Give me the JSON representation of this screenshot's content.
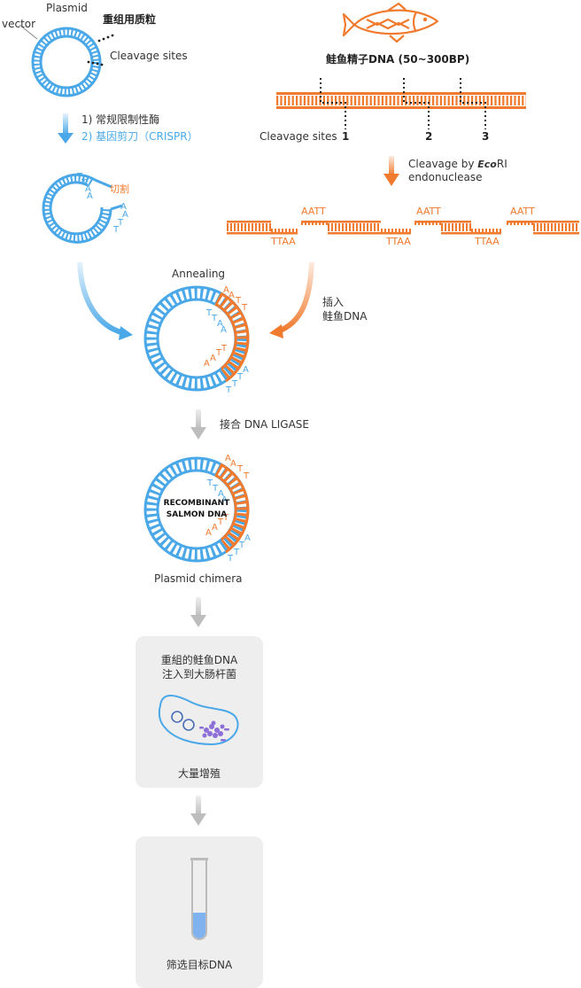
{
  "colors": {
    "blue": "#4aa8e8",
    "orange": "#f07a2e",
    "gray": "#bdbdbd",
    "box": "#eeeeee"
  },
  "plasmid": {
    "title": "Plasmid",
    "vector_label": "vector",
    "recombinant_label": "重组用质粒",
    "cleavage_label": "Cleavage sites"
  },
  "salmon": {
    "title": "鲑鱼精子DNA (50~300BP)",
    "cleavage_label": "Cleavage sites",
    "site_numbers": [
      "1",
      "2",
      "3"
    ],
    "icon": "salmon-fish-icon"
  },
  "step1": {
    "line1": "1) 常规限制性酶",
    "line2": "2) 基因剪刀（CRISPR）"
  },
  "cut": {
    "label": "切割"
  },
  "ecori": {
    "prefix": "Cleavage by ",
    "enzyme": "Eco",
    "suffix": "RI",
    "line2": "endonuclease"
  },
  "fragments": {
    "top": [
      "AATT",
      "AATT",
      "AATT"
    ],
    "bottom": [
      "TTAA",
      "TTAA",
      "TTAA"
    ]
  },
  "annealing": {
    "label": "Annealing"
  },
  "insert": {
    "line1": "插入",
    "line2": "鲑鱼DNA"
  },
  "ligase": {
    "label": "接合 DNA LIGASE"
  },
  "chimera": {
    "center_line1": "RECOMBINANT",
    "center_line2": "SALMON DNA",
    "caption": "Plasmid chimera"
  },
  "ecoli": {
    "line1": "重組的鲑鱼DNA",
    "line2": "注入到大肠杆菌",
    "caption": "大量增殖"
  },
  "screen": {
    "caption": "筛选目标DNA"
  },
  "sticky_left": [
    "T",
    "T",
    "A",
    "A"
  ],
  "sticky_right": [
    "A",
    "A",
    "T",
    "T"
  ]
}
